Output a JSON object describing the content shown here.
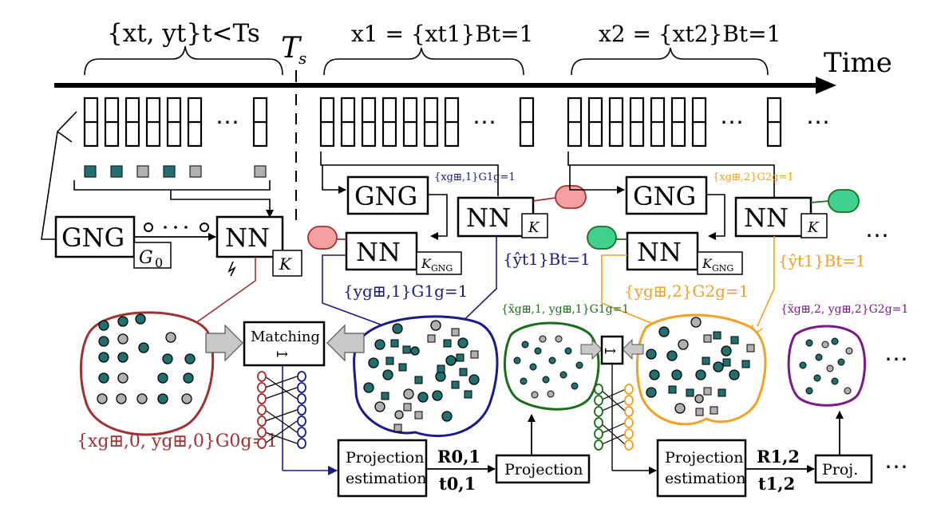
{
  "timeline": {
    "time_label": "Time",
    "ts_label": "T",
    "ts_sub": "s",
    "initial_data_label": "{xt, yt}t<Ts",
    "batch1_label": "x1 = {xt1}Bt=1",
    "batch2_label": "x2 = {xt2}Bt=1",
    "ellipsis": "⋯"
  },
  "blocks": {
    "gng": "GNG",
    "nn": "NN",
    "g0": "G",
    "g0_sub": "0",
    "k": "K",
    "k_gng": "K",
    "k_gng_sub": "GNG",
    "matching_line1": "Matching",
    "matching_line2": "↦",
    "mapsto": "↦",
    "proj_est_line1": "Projection",
    "proj_est_line2": "estimation",
    "projection": "Projection",
    "proj_short": "Proj."
  },
  "math_labels": {
    "xg1": "{xg⊞,1}G1g=1",
    "xg2": "{xg⊞,2}G2g=1",
    "yhat1_a": "{ŷt1}Bt=1",
    "yhat1_b": "{ŷt1}Bt=1",
    "yg1": "{yg⊞,1}G1g=1",
    "yg2": "{yg⊞,2}G2g=1",
    "xtilde1": "{x̃g⊞,1, yg⊞,1}G1g=1",
    "xtilde2": "{x̃g⊞,2, yg⊞,2}G2g=1",
    "x0": "{xg⊞,0, yg⊞,0}G0g=1",
    "R01": "R0,1",
    "t01": "t0,1",
    "R12": "R1,2",
    "t12": "t1,2"
  },
  "colors": {
    "red": "#a33030",
    "blue": "#1a1a8c",
    "green": "#1a6e1a",
    "orange": "#f5a020",
    "purple": "#7a1a8a",
    "teal": "#207070",
    "gray": "#b0b0b0",
    "pink": "#f5a0a0",
    "mint": "#40d090"
  }
}
